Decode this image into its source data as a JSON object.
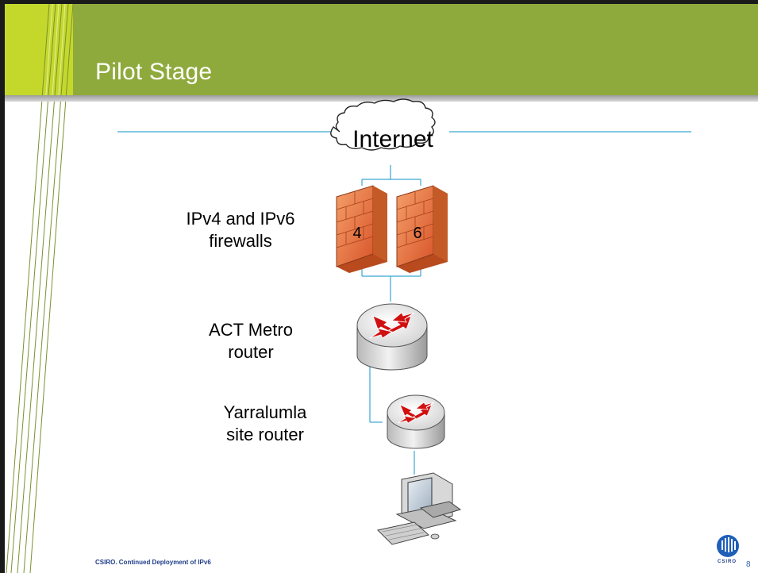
{
  "slide": {
    "title": "Pilot Stage",
    "footer": "CSIRO. Continued Deployment  of IPv6",
    "page_number": "8",
    "logo_text": "CSIRO"
  },
  "diagram": {
    "internet_label": "Internet",
    "firewalls_label": [
      "IPv4 and IPv6",
      "firewalls"
    ],
    "firewall_ipv4_label": "4",
    "firewall_ipv6_label": "6",
    "metro_router_label": [
      "ACT Metro",
      "router"
    ],
    "site_router_label": [
      "Yarralumla",
      "site router"
    ]
  },
  "colors": {
    "header_green": "#8faa3c",
    "header_lime": "#c4d82c",
    "link_blue": "#3aa6d0",
    "firewall_orange": "#e8743a",
    "router_arrow_red": "#d01010"
  }
}
